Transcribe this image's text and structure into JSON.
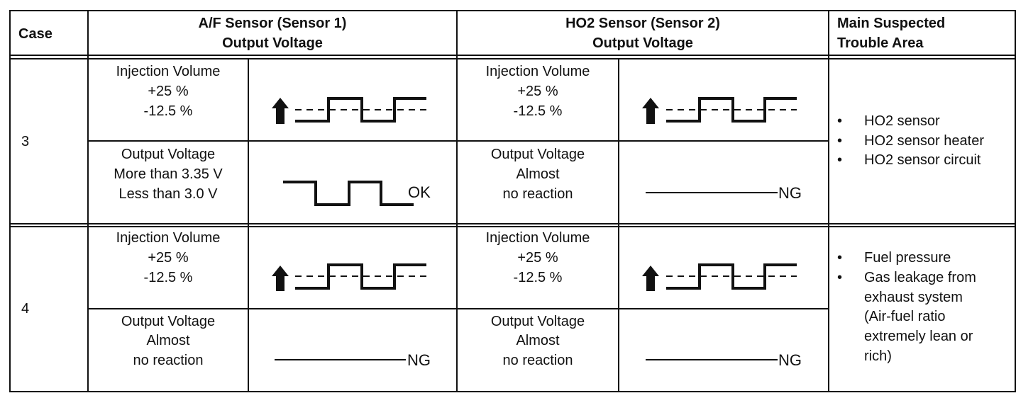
{
  "header": {
    "case": "Case",
    "af_line1": "A/F Sensor (Sensor 1)",
    "af_line2": "Output Voltage",
    "ho2_line1": "HO2 Sensor (Sensor 2)",
    "ho2_line2": "Output Voltage",
    "area_line1": "Main Suspected",
    "area_line2": "Trouble Area"
  },
  "rows": [
    {
      "case": "3",
      "af": {
        "injection": [
          "Injection Volume",
          "+25 %",
          "-12.5 %"
        ],
        "output": [
          "Output Voltage",
          "More than 3.35 V",
          "Less than 3.0 V"
        ],
        "result": "OK"
      },
      "ho2": {
        "injection": [
          "Injection Volume",
          "+25 %",
          "-12.5 %"
        ],
        "output": [
          "Output Voltage",
          "Almost",
          "no reaction"
        ],
        "result": "NG"
      },
      "areas": [
        "HO2 sensor",
        "HO2 sensor heater",
        "HO2 sensor circuit"
      ]
    },
    {
      "case": "4",
      "af": {
        "injection": [
          "Injection Volume",
          "+25 %",
          "-12.5 %"
        ],
        "output": [
          "Output Voltage",
          "Almost",
          "no reaction"
        ],
        "result": "NG"
      },
      "ho2": {
        "injection": [
          "Injection Volume",
          "+25 %",
          "-12.5 %"
        ],
        "output": [
          "Output Voltage",
          "Almost",
          "no reaction"
        ],
        "result": "NG"
      },
      "areas": [
        "Fuel pressure",
        "Gas leakage from",
        "exhaust system",
        "(Air-fuel ratio",
        "extremely lean or",
        "rich)"
      ]
    }
  ],
  "bullet": "•"
}
